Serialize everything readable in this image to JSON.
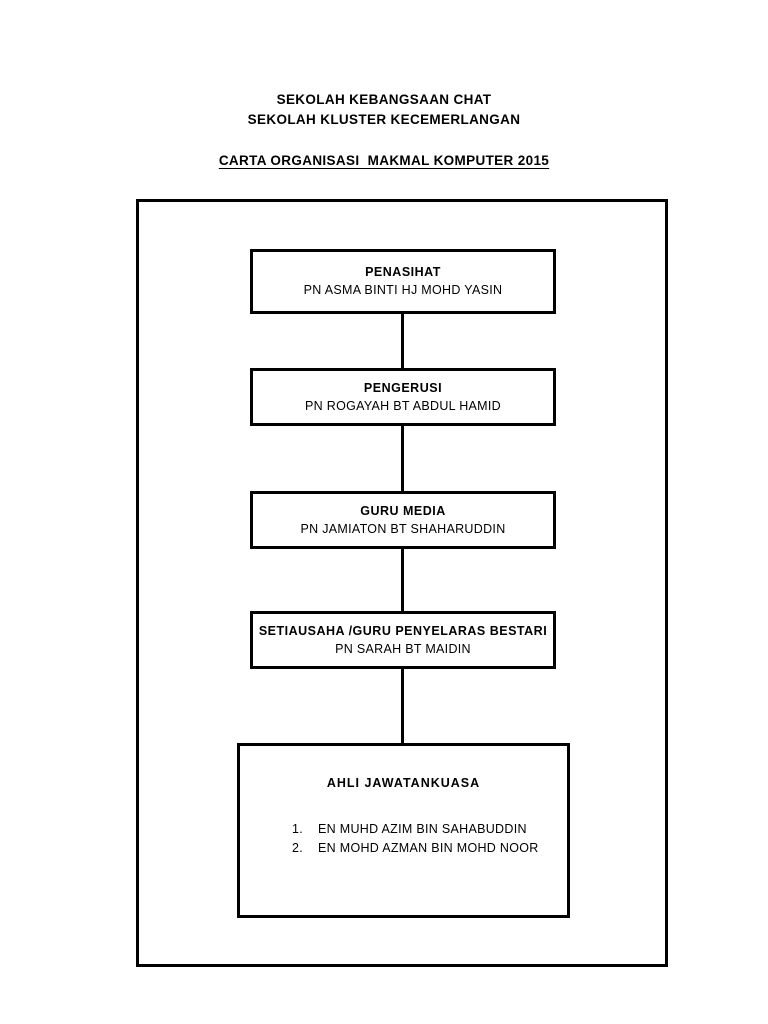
{
  "header": {
    "line1": "SEKOLAH KEBANGSAAN CHAT",
    "line2": "SEKOLAH KLUSTER KECEMERLANGAN",
    "title": "CARTA ORGANISASI  MAKMAL KOMPUTER 2015"
  },
  "chart_data": {
    "type": "diagram",
    "title": "CARTA ORGANISASI  MAKMAL KOMPUTER 2015",
    "layout": "vertical-hierarchy",
    "nodes": [
      {
        "role": "PENASIHAT",
        "person": "PN ASMA BINTI HJ MOHD YASIN"
      },
      {
        "role": "PENGERUSI",
        "person": "PN ROGAYAH BT ABDUL HAMID"
      },
      {
        "role": "GURU MEDIA",
        "person": "PN JAMIATON BT SHAHARUDDIN"
      },
      {
        "role": "SETIAUSAHA /GURU PENYELARAS BESTARI",
        "person": "PN SARAH BT MAIDIN"
      }
    ],
    "committee": {
      "title": "AHLI JAWATANKUASA",
      "members": [
        {
          "num": "1.",
          "name": "EN MUHD AZIM BIN SAHABUDDIN"
        },
        {
          "num": "2.",
          "name": "EN MOHD AZMAN BIN MOHD NOOR"
        }
      ]
    },
    "colors": {
      "background": "#ffffff",
      "stroke": "#000000",
      "text": "#000000"
    }
  }
}
